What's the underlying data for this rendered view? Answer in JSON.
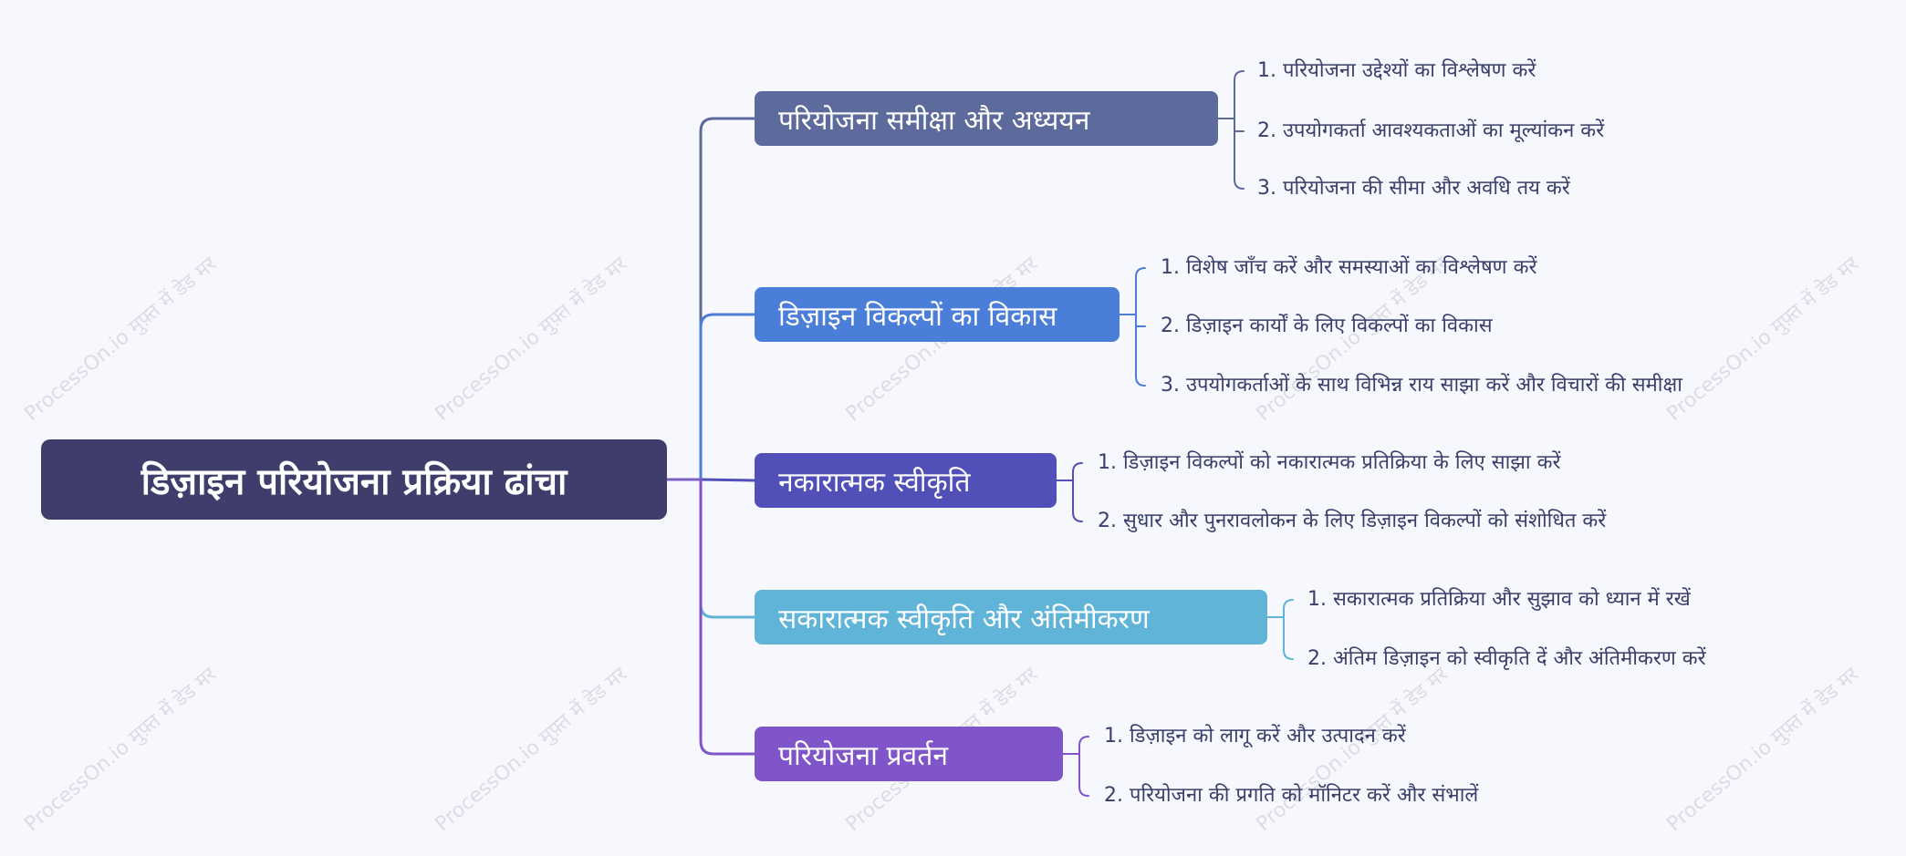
{
  "colors": {
    "background": "#f7f8fd",
    "root": "#3f3d6b",
    "branch_1": "#5d6a9c",
    "branch_2": "#4a7ed9",
    "branch_3": "#5050b8",
    "branch_4": "#5fb4d8",
    "branch_5": "#8055c9",
    "leaf_text": "#3a3f6a"
  },
  "watermark": "ProcessOn.io मुफ़्त में डेड मर",
  "root": {
    "label": "डिज़ाइन परियोजना प्रक्रिया ढांचा"
  },
  "branches": [
    {
      "label": "परियोजना समीक्षा और अध्ययन",
      "color": "#5d6a9c",
      "children": [
        "1. परियोजना उद्देश्यों का विश्लेषण करें",
        "2. उपयोगकर्ता आवश्यकताओं का मूल्यांकन करें",
        "3. परियोजना की सीमा और अवधि तय करें"
      ]
    },
    {
      "label": "डिज़ाइन विकल्पों का विकास",
      "color": "#4a7ed9",
      "children": [
        "1. विशेष जाँच करें और समस्याओं का विश्लेषण करें",
        "2. डिज़ाइन कार्यों के लिए विकल्पों का विकास",
        "3. उपयोगकर्ताओं के साथ विभिन्न राय साझा करें और विचारों की समीक्षा"
      ]
    },
    {
      "label": "नकारात्मक स्वीकृति",
      "color": "#5050b8",
      "children": [
        "1. डिज़ाइन विकल्पों को नकारात्मक प्रतिक्रिया के लिए साझा करें",
        "2. सुधार और पुनरावलोकन के लिए डिज़ाइन विकल्पों को संशोधित करें"
      ]
    },
    {
      "label": "सकारात्मक स्वीकृति और अंतिमीकरण",
      "color": "#5fb4d8",
      "children": [
        "1. सकारात्मक प्रतिक्रिया और सुझाव को ध्यान में रखें",
        "2. अंतिम डिज़ाइन को स्वीकृति दें और अंतिमीकरण करें"
      ]
    },
    {
      "label": "परियोजना प्रवर्तन",
      "color": "#8055c9",
      "children": [
        "1. डिज़ाइन को लागू करें और उत्पादन करें",
        "2. परियोजना की प्रगति को मॉनिटर करें और संभालें"
      ]
    }
  ]
}
